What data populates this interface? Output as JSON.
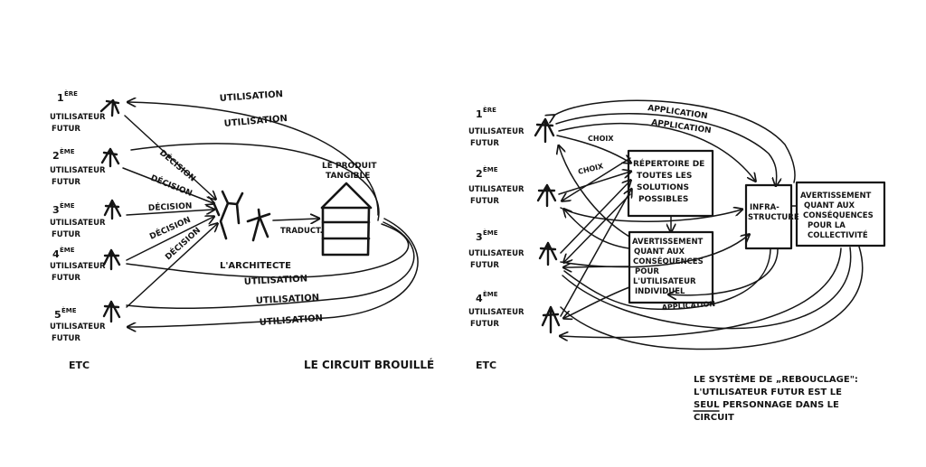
{
  "colors": {
    "ink": "#151515",
    "paper": "#ffffff"
  },
  "left_diagram": {
    "users": [
      {
        "ordinal": "1",
        "suffix": "ÈRE",
        "line1": "UTILISATEUR",
        "line2": "FUTUR"
      },
      {
        "ordinal": "2",
        "suffix": "ÈME",
        "line1": "UTILISATEUR",
        "line2": "FUTUR"
      },
      {
        "ordinal": "3",
        "suffix": "ÈME",
        "line1": "UTILISATEUR",
        "line2": "FUTUR"
      },
      {
        "ordinal": "4",
        "suffix": "ÈME",
        "line1": "UTILISATEUR",
        "line2": "FUTUR"
      },
      {
        "ordinal": "5",
        "suffix": "ÈME",
        "line1": "UTILISATEUR",
        "line2": "FUTUR"
      }
    ],
    "utilisation_label": "UTILISATION",
    "decision_label": "DÉCISION",
    "architect_label": "L'ARCHITECTE",
    "traduct_label": "TRADUCT.",
    "product_line1": "LE PRODUIT",
    "product_line2": "TANGIBLE",
    "etc": "ETC",
    "caption": "LE CIRCUIT BROUILLÉ"
  },
  "right_diagram": {
    "users": [
      {
        "ordinal": "1",
        "suffix": "ÈRE",
        "line1": "UTILISATEUR",
        "line2": "FUTUR"
      },
      {
        "ordinal": "2",
        "suffix": "ÈME",
        "line1": "UTILISATEUR",
        "line2": "FUTUR"
      },
      {
        "ordinal": "3",
        "suffix": "ÈME",
        "line1": "UTILISATEUR",
        "line2": "FUTUR"
      },
      {
        "ordinal": "4",
        "suffix": "ÈME",
        "line1": "UTILISATEUR",
        "line2": "FUTUR"
      }
    ],
    "application_label": "APPLICATION",
    "choix_label": "CHOIX",
    "repertoire_lines": [
      "RÉPERTOIRE DE",
      "TOUTES LES",
      "SOLUTIONS",
      "POSSIBLES"
    ],
    "avert_individuel_lines": [
      "AVERTISSEMENT",
      "QUANT AUX",
      "CONSÉQUENCES",
      "POUR",
      "L'UTILISATEUR",
      "INDIVIDUEL"
    ],
    "infra_lines": [
      "INFRA-",
      "STRUCTURE"
    ],
    "avert_collectivite_lines": [
      "AVERTISSEMENT",
      "QUANT AUX",
      "CONSÉQUENCES",
      "POUR LA",
      "COLLECTIVITÉ"
    ],
    "etc": "ETC",
    "caption_lines": [
      "LE SYSTÈME DE „REBOUCLAGE\":",
      "L'UTILISATEUR FUTUR EST LE",
      "SEUL PERSONNAGE DANS LE",
      "CIRCUIT"
    ]
  }
}
